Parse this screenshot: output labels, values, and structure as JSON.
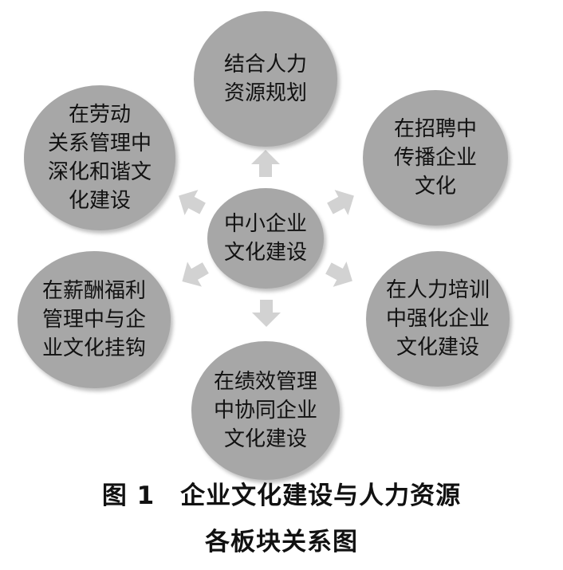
{
  "diagram": {
    "center": "中小企业\n文化建设",
    "nodes": [
      {
        "id": "top",
        "text": "结合人力\n资源规划"
      },
      {
        "id": "top-right",
        "text": "在招聘中\n传播企业\n文化"
      },
      {
        "id": "bottom-right",
        "text": "在人力培训\n中强化企业\n文化建设"
      },
      {
        "id": "bottom",
        "text": "在绩效管理\n中协同企业\n文化建设"
      },
      {
        "id": "bottom-left",
        "text": "在薪酬福利\n管理中与企\n业文化挂钩"
      },
      {
        "id": "top-left",
        "text": "在劳动\n关系管理中\n深化和谐文\n化建设"
      }
    ],
    "colors": {
      "node_fill": "#a7a7a7",
      "arrow_fill": "#d2d2d2"
    }
  },
  "caption": {
    "line1": "图 1　企业文化建设与人力资源",
    "line2": "各板块关系图"
  }
}
